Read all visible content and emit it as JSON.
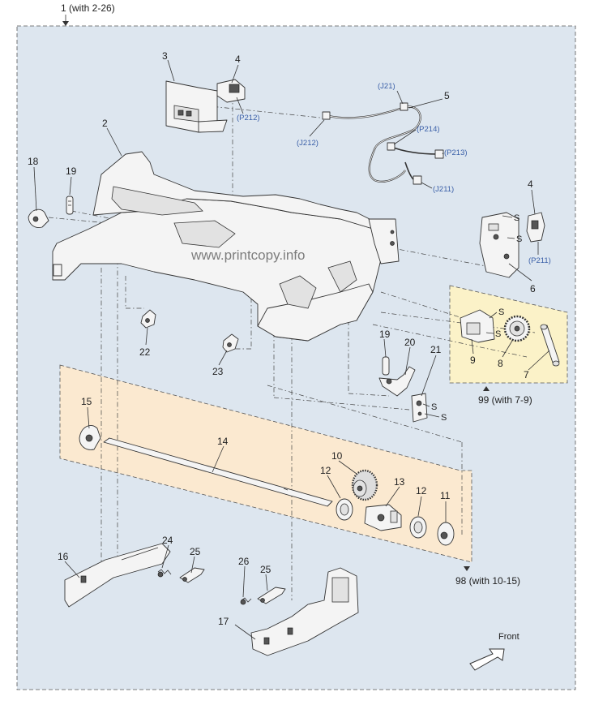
{
  "diagram": {
    "main_assembly_label": "1 (with 2-26)",
    "watermark": "www.printcopy.info",
    "front_label": "Front",
    "callouts": {
      "p2": "2",
      "p3": "3",
      "p4a": "4",
      "p4b": "4",
      "p5": "5",
      "p6": "6",
      "p7": "7",
      "p8": "8",
      "p9": "9",
      "p10": "10",
      "p11": "11",
      "p12a": "12",
      "p12b": "12",
      "p13": "13",
      "p14": "14",
      "p15": "15",
      "p16": "16",
      "p17": "17",
      "p18": "18",
      "p19a": "19",
      "p19b": "19",
      "p20": "20",
      "p21": "21",
      "p22": "22",
      "p23": "23",
      "p24": "24",
      "p25a": "25",
      "p25b": "25",
      "p26": "26"
    },
    "connectors": {
      "j21": "(J21)",
      "j212": "(J212)",
      "p212": "(P212)",
      "p214": "(P214)",
      "p213": "(P213)",
      "j211": "(J211)",
      "p211": "(P211)"
    },
    "screw_mark": "S",
    "subassembly_99": "99 (with 7-9)",
    "subassembly_98": "98 (with 10-15)",
    "colors": {
      "main_box": "#dde6ef",
      "sub_box_99": "#fbf2c8",
      "sub_box_98": "#fbe9d0",
      "connector_text": "#3a5fa8"
    }
  }
}
